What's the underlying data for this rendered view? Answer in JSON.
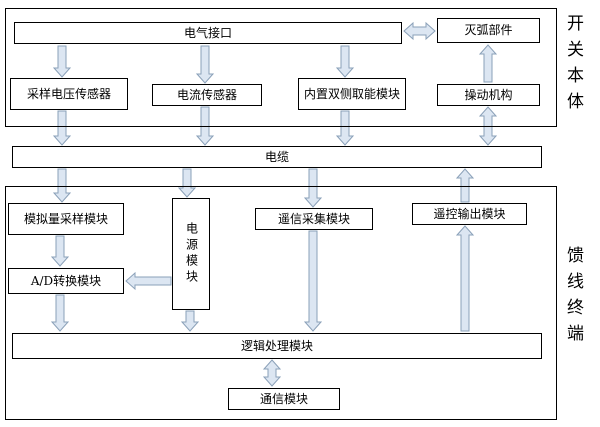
{
  "side_labels": {
    "switch_body": "开关本体",
    "feeder_terminal": "馈线终端"
  },
  "switch_body": {
    "electrical_interface": "电气接口",
    "arc_quenching": "灭弧部件",
    "voltage_sensor": "采样电压传感器",
    "current_sensor": "电流传感器",
    "energy_harvest": "内置双侧取能模块",
    "operating_mechanism": "操动机构"
  },
  "cable": "电缆",
  "feeder_terminal": {
    "analog_sampling": "模拟量采样模块",
    "power_module": "电源模块",
    "remote_signal_acq": "遥信采集模块",
    "remote_control_out": "遥控输出模块",
    "ad_converter": "A/D转换模块",
    "logic_processing": "逻辑处理模块",
    "communication": "通信模块"
  }
}
